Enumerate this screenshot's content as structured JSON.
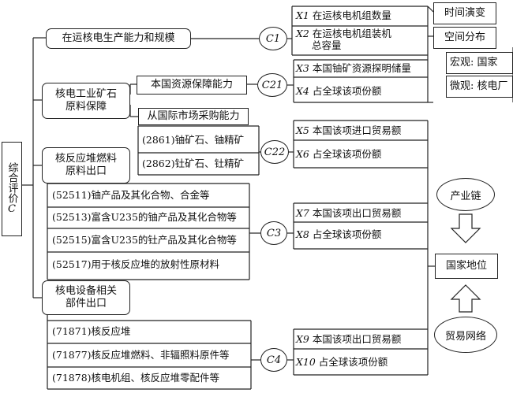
{
  "root": {
    "label": "综合评价",
    "var": "C"
  },
  "c1": {
    "category": "在运核电生产能力和规模",
    "circle": "C1",
    "indicators": [
      {
        "sym": "X1",
        "text": "在运核电机组数量"
      },
      {
        "sym": "X2",
        "text": "在运核电机组装机",
        "text2": "总容量"
      }
    ]
  },
  "c21": {
    "category": "核电工业矿石原料保障",
    "category_l1": "核电工业矿石",
    "category_l2": "原料保障",
    "sub": "本国资源保障能力",
    "circle": "C21",
    "indicators": [
      {
        "sym": "X3",
        "text": "本国铀矿资源探明储量"
      },
      {
        "sym": "X4",
        "text": "占全球该项份额"
      }
    ]
  },
  "c22": {
    "sub": "从国际市场采购能力",
    "items": [
      "(2861)铀矿石、铀精矿",
      "(2862)钍矿石、钍精矿"
    ],
    "circle": "C22",
    "indicators": [
      {
        "sym": "X5",
        "text": "本国该项进口贸易额"
      },
      {
        "sym": "X6",
        "text": "占全球该项份额"
      }
    ]
  },
  "c3": {
    "category_l1": "核反应堆燃料",
    "category_l2": "原料出口",
    "items": [
      "(52511)铀产品及其化合物、合金等",
      "(52513)富含U235的铀产品及其化合物等",
      "(52515)富含U235的钍产品及其化合物等",
      "(52517)用于核反应堆的放射性原材料"
    ],
    "circle": "C3",
    "indicators": [
      {
        "sym": "X7",
        "text": "本国该项出口贸易额"
      },
      {
        "sym": "X8",
        "text": "占全球该项份额"
      }
    ]
  },
  "c4": {
    "category_l1": "核电设备相关",
    "category_l2": "部件出口",
    "items": [
      "(71871)核反应堆",
      "(71877)核反应堆燃料、非辐照料原件等",
      "(71878)核电机组、核反应堆零配件等"
    ],
    "circle": "C4",
    "indicators": [
      {
        "sym": "X9",
        "text": "本国该项出口贸易额"
      },
      {
        "sym": "X10",
        "text": "占全球该项份额"
      }
    ]
  },
  "right": {
    "time": "时间演变",
    "space": "空间分布",
    "macro": "宏观: 国家",
    "micro": "微观: 核电厂",
    "chain": "产业链",
    "status": "国家地位",
    "network": "贸易网络"
  }
}
